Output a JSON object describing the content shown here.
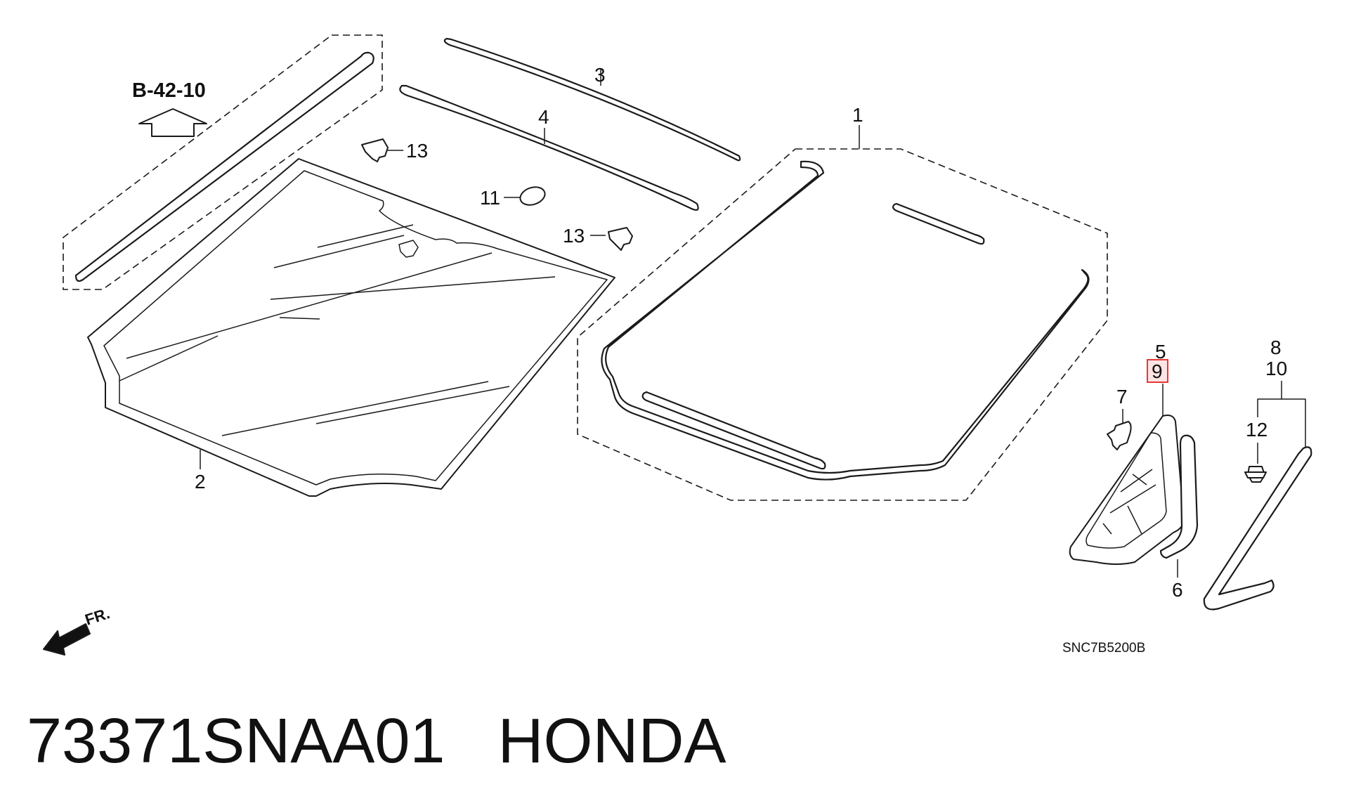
{
  "reference": "B-42-10",
  "callouts": {
    "c1": "1",
    "c2": "2",
    "c3": "3",
    "c4": "4",
    "c5": "5",
    "c6": "6",
    "c7": "7",
    "c8": "8",
    "c9": "9",
    "c10": "10",
    "c11": "11",
    "c12": "12",
    "c13a": "13",
    "c13b": "13"
  },
  "highlighted_callout": "9",
  "direction_label": "FR.",
  "diagram_code": "SNC7B5200B",
  "caption": {
    "part_number": "73371SNAA01",
    "brand": "HONDA"
  },
  "colors": {
    "highlight": "#e53935",
    "line": "#1a1a1a"
  }
}
